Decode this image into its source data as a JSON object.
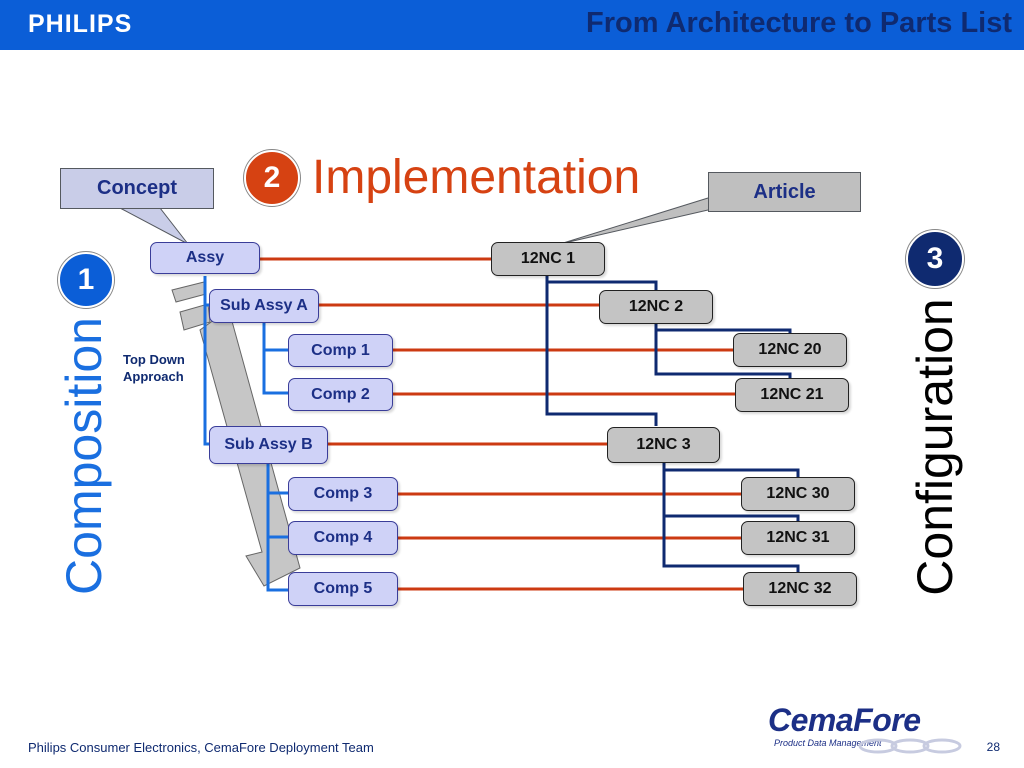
{
  "header": {
    "logo": "PHILIPS",
    "title": "From Architecture to Parts List",
    "color": "#0b5ed7"
  },
  "callouts": {
    "concept": "Concept",
    "article": "Article"
  },
  "steps": {
    "composition_number": "1",
    "composition_label": "Composition",
    "implementation_number": "2",
    "implementation_label": "Implementation",
    "configuration_number": "3",
    "configuration_label": "Configuration"
  },
  "approach": {
    "line1": "Top Down",
    "line2": "Approach"
  },
  "composition": {
    "assy": "Assy",
    "sub_assy_a": "Sub Assy A",
    "comp1": "Comp 1",
    "comp2": "Comp 2",
    "sub_assy_b": "Sub Assy B",
    "comp3": "Comp 3",
    "comp4": "Comp 4",
    "comp5": "Comp 5"
  },
  "parts": {
    "nc1": "12NC 1",
    "nc2": "12NC 2",
    "nc20": "12NC 20",
    "nc21": "12NC 21",
    "nc3": "12NC 3",
    "nc30": "12NC 30",
    "nc31": "12NC 31",
    "nc32": "12NC 32"
  },
  "colors": {
    "composition_line": "#1a6fe0",
    "mapping_line": "#cc3a12",
    "configuration_line": "#0f2a70",
    "accent_red": "#d64212"
  },
  "footer": {
    "text": "Philips Consumer Electronics, CemaFore Deployment Team",
    "page": "28",
    "brand_cema": "Cema",
    "brand_fore": "Fore",
    "brand_sub": "Product Data Management"
  }
}
